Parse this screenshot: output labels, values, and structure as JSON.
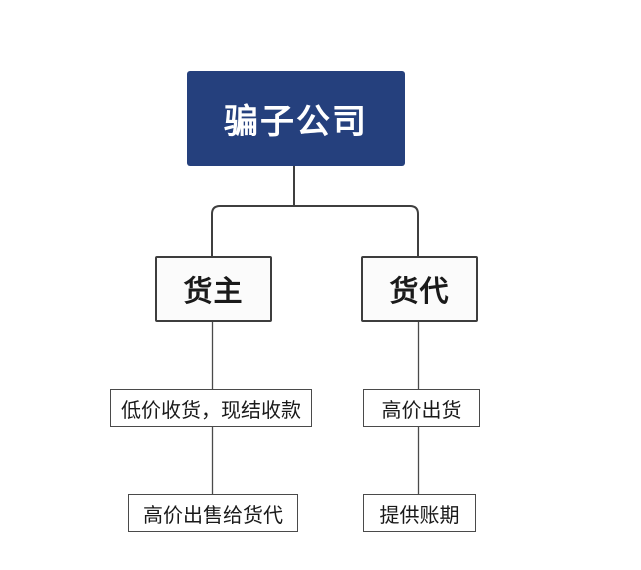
{
  "diagram": {
    "type": "org-tree",
    "root": {
      "label": "骗子公司"
    },
    "branches": [
      {
        "node": {
          "label": "货主"
        },
        "steps": [
          {
            "label": "低价收货，现结收款"
          },
          {
            "label": "高价出售给货代"
          }
        ]
      },
      {
        "node": {
          "label": "货代"
        },
        "steps": [
          {
            "label": "高价出货"
          },
          {
            "label": "提供账期"
          }
        ]
      }
    ],
    "colors": {
      "root_fill": "#25407d",
      "root_text": "#ffffff",
      "node_fill": "#fbfbfb",
      "node_border": "#3d3d3d",
      "leaf_fill": "#ffffff",
      "leaf_border": "#4a4a4a",
      "connector": "#3f3f3f",
      "node_text": "#1a1a1a",
      "bg": "#ffffff"
    }
  }
}
